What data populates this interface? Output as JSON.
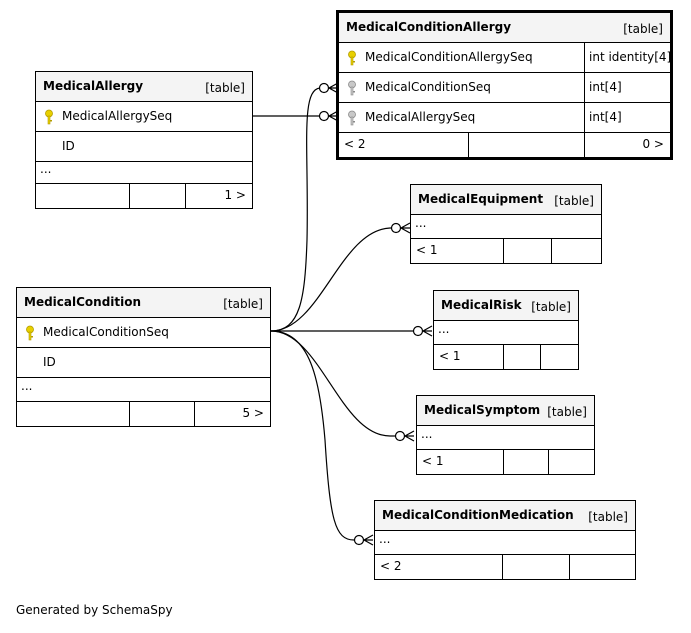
{
  "tables": {
    "medical_condition_allergy": {
      "name": "MedicalConditionAllergy",
      "kind": "[table]",
      "columns": [
        {
          "name": "MedicalConditionAllergySeq",
          "type": "int identity[4]",
          "key": "primary"
        },
        {
          "name": "MedicalConditionSeq",
          "type": "int[4]",
          "key": "foreign"
        },
        {
          "name": "MedicalAllergySeq",
          "type": "int[4]",
          "key": "foreign"
        }
      ],
      "footer_left": "< 2",
      "footer_right": "0 >"
    },
    "medical_allergy": {
      "name": "MedicalAllergy",
      "kind": "[table]",
      "columns": [
        {
          "name": "MedicalAllergySeq",
          "key": "primary"
        },
        {
          "name": "ID",
          "key": "none"
        }
      ],
      "ellipsis": "...",
      "footer_left": "",
      "footer_right": "1 >"
    },
    "medical_equipment": {
      "name": "MedicalEquipment",
      "kind": "[table]",
      "ellipsis": "...",
      "footer_left": "< 1",
      "footer_right": ""
    },
    "medical_condition": {
      "name": "MedicalCondition",
      "kind": "[table]",
      "columns": [
        {
          "name": "MedicalConditionSeq",
          "key": "primary"
        },
        {
          "name": "ID",
          "key": "none"
        }
      ],
      "ellipsis": "...",
      "footer_left": "",
      "footer_right": "5 >"
    },
    "medical_risk": {
      "name": "MedicalRisk",
      "kind": "[table]",
      "ellipsis": "...",
      "footer_left": "< 1",
      "footer_right": ""
    },
    "medical_symptom": {
      "name": "MedicalSymptom",
      "kind": "[table]",
      "ellipsis": "...",
      "footer_left": "< 1",
      "footer_right": ""
    },
    "medical_condition_medication": {
      "name": "MedicalConditionMedication",
      "kind": "[table]",
      "ellipsis": "...",
      "footer_left": "< 2",
      "footer_right": ""
    }
  },
  "colors": {
    "primary_key": "#e8d000",
    "foreign_key": "#b0b0b0",
    "header_bg": "#f4f4f4",
    "line": "#000000"
  },
  "footer_text": "Generated by SchemaSpy"
}
